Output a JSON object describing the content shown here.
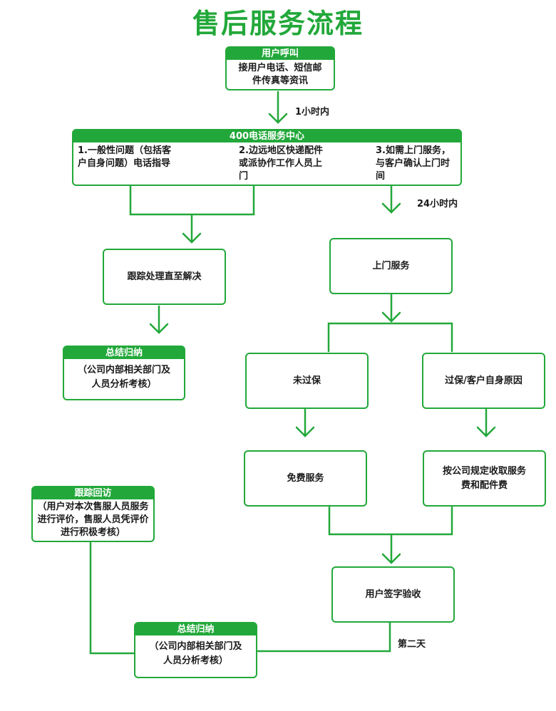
{
  "title": "售后服务流程",
  "colors": {
    "accent": "#22a83a",
    "header_text": "#ffffff",
    "text": "#1a1a1a"
  },
  "nodes": {
    "user_call": {
      "header": "用户呼叫",
      "body": "接用户电话、短信邮件传真等资讯"
    },
    "call_center": {
      "header": "400电话服务中心",
      "item1": "1.一般性问题（包括客户自身问题）电话指导",
      "item2": "2.边远地区快递配件或派协作工作人员上门",
      "item3": "3.如需上门服务，与客户确认上门时间"
    },
    "follow_up": {
      "body": "跟踪处理直至解决"
    },
    "summary_left": {
      "header": "总结归纳",
      "body": "（公司内部相关部门及人员分析考核）"
    },
    "onsite": {
      "body": "上门服务"
    },
    "in_warranty": {
      "body": "未过保"
    },
    "out_warranty": {
      "body": "过保/客户自身原因"
    },
    "free_service": {
      "body": "免费服务"
    },
    "charge": {
      "body": "按公司规定收取服务费和配件费"
    },
    "sign_off": {
      "body": "用户签字验收"
    },
    "revisit": {
      "header": "跟踪回访",
      "body": "（用户对本次售服人员服务进行评价，售服人员凭评价进行积极考核）"
    },
    "summary_bottom": {
      "header": "总结归纳",
      "body": "（公司内部相关部门及人员分析考核）"
    }
  },
  "labels": {
    "one_hour": "1小时内",
    "twenty_four_hours": "24小时内",
    "next_day": "第二天"
  }
}
